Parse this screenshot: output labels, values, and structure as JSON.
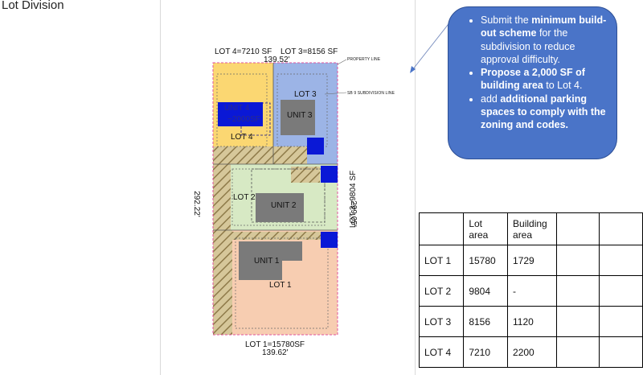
{
  "title": "Lot Division",
  "site_plan": {
    "top_lot4": "LOT 4=7210 SF",
    "top_lot3": "LOT 3=8156 SF",
    "top_dim": "139.52'",
    "property_line": "PROPERTY LINE",
    "subdivision_line": "SB 9 SUBDIVISION LINE",
    "left_dim": "292.22'",
    "right_dim": "299.05'",
    "right_lot3": "LOT 3=9804 SF",
    "bottom_lot1": "LOT 1=15780SF",
    "bottom_dim": "139.62'",
    "lot1": "LOT 1",
    "lot2": "LOT 2",
    "lot3": "LOT 3",
    "lot4": "LOT 4",
    "unit1": "UNIT 1",
    "unit2": "UNIT 2",
    "unit3": "UNIT 3",
    "unit4": "UNIT 4",
    "unit4_area": "~2000SF",
    "colors": {
      "lot1": "#f7cdb1",
      "lot2": "#d7e9c4",
      "lot3": "#9cb4e6",
      "lot4": "#fbd772",
      "unit": "#7a7a7a",
      "parking": "#0a18d6",
      "property_line": "#e0559d"
    }
  },
  "callout": {
    "b1_pre": "Submit the ",
    "b1_bold": "minimum build-out scheme",
    "b1_post": " for the subdivision to reduce approval difficulty.",
    "b2_bold": "Propose a 2,000 SF of building area",
    "b2_post": " to Lot 4.",
    "b3_pre": "add ",
    "b3_bold": "additional parking spaces to comply with the zoning and codes."
  },
  "table": {
    "headers": [
      "",
      "Lot area",
      "Building area",
      "",
      ""
    ],
    "rows": [
      [
        "LOT 1",
        "15780",
        "1729",
        "",
        ""
      ],
      [
        "LOT 2",
        "9804",
        "-",
        "",
        ""
      ],
      [
        "LOT 3",
        "8156",
        "1120",
        "",
        ""
      ],
      [
        "LOT 4",
        "7210",
        "2200",
        "",
        ""
      ]
    ]
  }
}
